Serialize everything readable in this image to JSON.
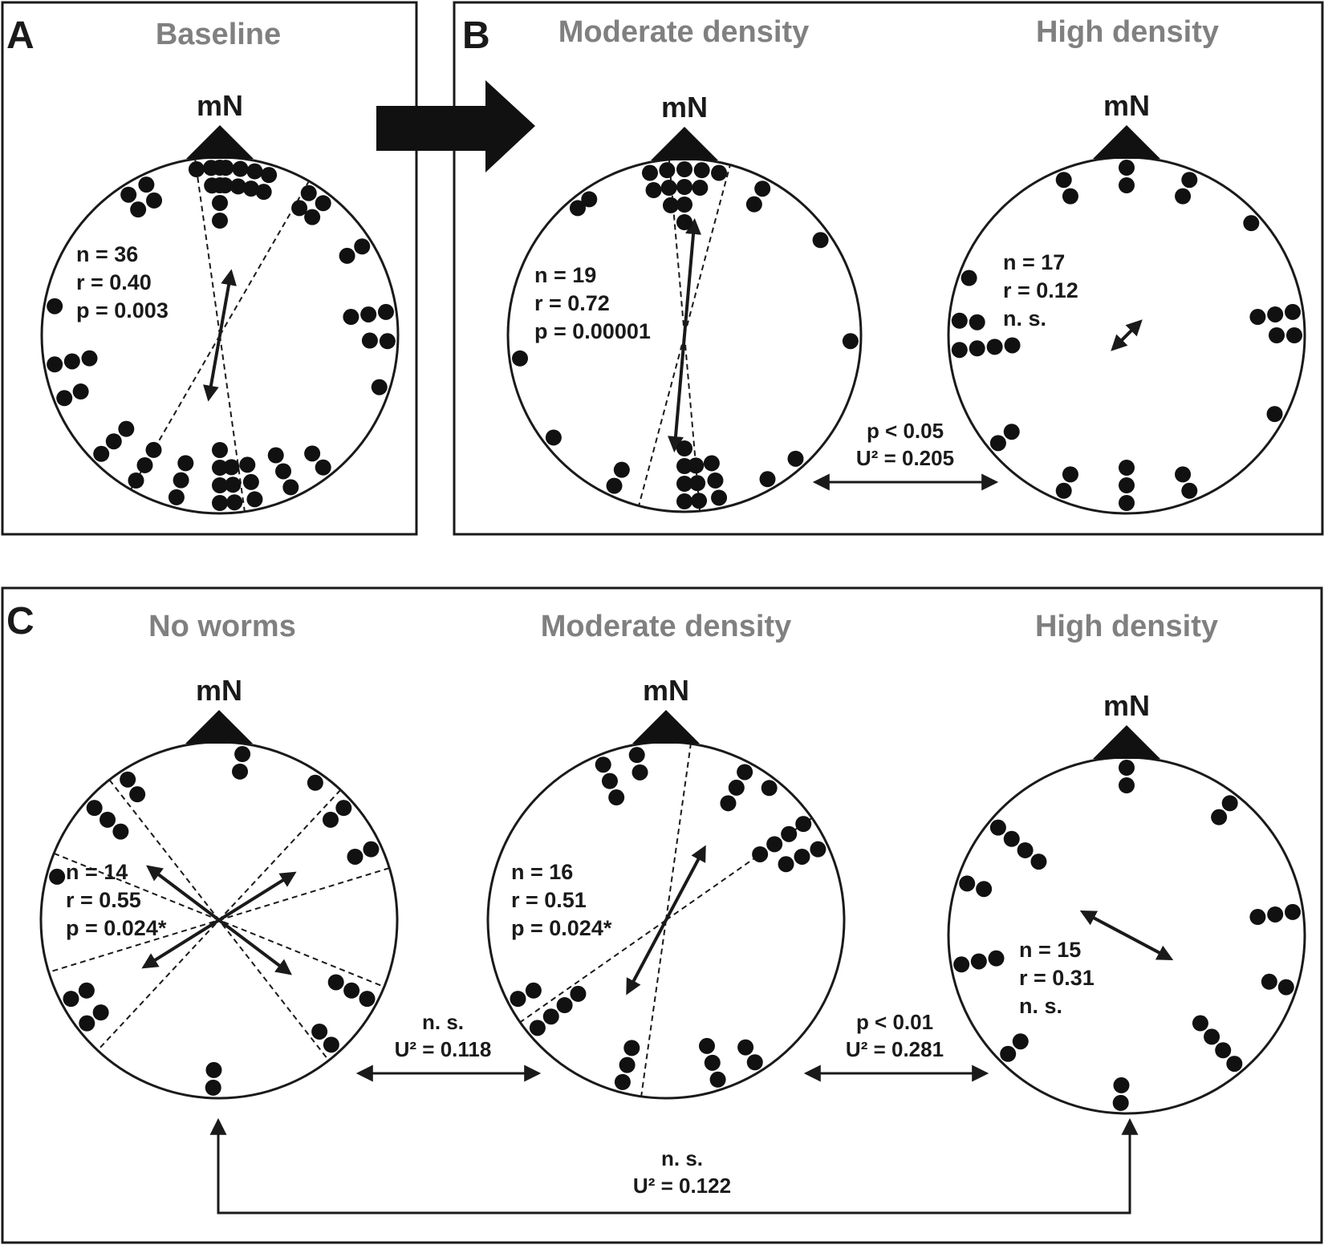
{
  "panels": {
    "a": "A",
    "b": "B",
    "c": "C"
  },
  "north_label": "mN",
  "chart_data": [
    {
      "type": "scatter",
      "panel": "A",
      "title": "Baseline",
      "stats": {
        "n": "n = 36",
        "r": "r = 0.40",
        "p": "p = 0.003"
      },
      "orientation": "axial",
      "mean_axis_deg": 10,
      "r": 0.4,
      "ci_deg": [
        [
          -8,
          30
        ],
        [
          172,
          210
        ]
      ],
      "rim_points": [
        {
          "angle": -8,
          "count": 1
        },
        {
          "angle": -3,
          "count": 2
        },
        {
          "angle": 2,
          "count": 2
        },
        {
          "angle": 7,
          "count": 2
        },
        {
          "angle": 12,
          "count": 2
        },
        {
          "angle": 17,
          "count": 2
        },
        {
          "angle": 0,
          "count": 4
        },
        {
          "angle": -33,
          "count": 2
        },
        {
          "angle": -26,
          "count": 2
        },
        {
          "angle": 32,
          "count": 2
        },
        {
          "angle": 38,
          "count": 2
        },
        {
          "angle": 58,
          "count": 2
        },
        {
          "angle": 82,
          "count": 3
        },
        {
          "angle": 92,
          "count": 2
        },
        {
          "angle": 108,
          "count": 1
        },
        {
          "angle": -80,
          "count": 1
        },
        {
          "angle": -100,
          "count": 3
        },
        {
          "angle": -112,
          "count": 2
        },
        {
          "angle": -135,
          "count": 3
        },
        {
          "angle": -150,
          "count": 3
        },
        {
          "angle": -165,
          "count": 3
        },
        {
          "angle": 180,
          "count": 4
        },
        {
          "angle": 175,
          "count": 3
        },
        {
          "angle": 168,
          "count": 3
        },
        {
          "angle": 155,
          "count": 3
        },
        {
          "angle": 142,
          "count": 2
        }
      ]
    },
    {
      "type": "scatter",
      "panel": "B",
      "title": "Moderate density",
      "stats": {
        "n": "n = 19",
        "r": "r = 0.72",
        "p": "p = 0.00001"
      },
      "orientation": "axial",
      "mean_axis_deg": 5,
      "r": 0.72,
      "ci_deg": [
        [
          -5,
          15
        ],
        [
          175,
          195
        ]
      ],
      "rim_points": [
        {
          "angle": -6,
          "count": 3
        },
        {
          "angle": 0,
          "count": 4
        },
        {
          "angle": 6,
          "count": 2
        },
        {
          "angle": -12,
          "count": 2
        },
        {
          "angle": 12,
          "count": 1
        },
        {
          "angle": 28,
          "count": 2
        },
        {
          "angle": 55,
          "count": 1
        },
        {
          "angle": 92,
          "count": 1
        },
        {
          "angle": -40,
          "count": 1
        },
        {
          "angle": -35,
          "count": 1
        },
        {
          "angle": -98,
          "count": 1
        },
        {
          "angle": -128,
          "count": 1
        },
        {
          "angle": -155,
          "count": 2
        },
        {
          "angle": 175,
          "count": 3
        },
        {
          "angle": 180,
          "count": 4
        },
        {
          "angle": 168,
          "count": 3
        },
        {
          "angle": 150,
          "count": 1
        },
        {
          "angle": 138,
          "count": 1
        }
      ]
    },
    {
      "type": "scatter",
      "panel": "B",
      "title": "High density",
      "stats": {
        "n": "n = 17",
        "r": "r = 0.12",
        "p": "n. s."
      },
      "orientation": "axial",
      "mean_axis_deg": 45,
      "r": 0.12,
      "rim_points": [
        {
          "angle": -22,
          "count": 2
        },
        {
          "angle": 0,
          "count": 2
        },
        {
          "angle": 22,
          "count": 2
        },
        {
          "angle": 48,
          "count": 1
        },
        {
          "angle": 82,
          "count": 3
        },
        {
          "angle": 90,
          "count": 2
        },
        {
          "angle": 118,
          "count": 1
        },
        {
          "angle": 158,
          "count": 2
        },
        {
          "angle": 180,
          "count": 3
        },
        {
          "angle": -158,
          "count": 2
        },
        {
          "angle": -130,
          "count": 2
        },
        {
          "angle": -95,
          "count": 4
        },
        {
          "angle": -85,
          "count": 2
        },
        {
          "angle": -70,
          "count": 1
        }
      ]
    },
    {
      "type": "scatter",
      "panel": "C",
      "title": "No worms",
      "stats": {
        "n": "n = 14",
        "r": "r = 0.55",
        "p": "p = 0.024*"
      },
      "orientation": "quadrimodal",
      "mean_axes_deg": [
        58,
        -53
      ],
      "r": 0.55,
      "rim_points": [
        {
          "angle": 8,
          "count": 2
        },
        {
          "angle": 35,
          "count": 1
        },
        {
          "angle": 48,
          "count": 2
        },
        {
          "angle": 65,
          "count": 2
        },
        {
          "angle": 118,
          "count": 3
        },
        {
          "angle": 138,
          "count": 2
        },
        {
          "angle": 182,
          "count": 2
        },
        {
          "angle": -128,
          "count": 2
        },
        {
          "angle": -118,
          "count": 2
        },
        {
          "angle": -75,
          "count": 1
        },
        {
          "angle": -48,
          "count": 3
        },
        {
          "angle": -33,
          "count": 2
        }
      ]
    },
    {
      "type": "scatter",
      "panel": "C",
      "title": "Moderate density",
      "stats": {
        "n": "n = 16",
        "r": "r = 0.51",
        "p": "p = 0.024*"
      },
      "orientation": "axial",
      "mean_axis_deg": 28,
      "r": 0.51,
      "ci_deg": [
        [
          8,
          55
        ],
        [
          188,
          235
        ]
      ],
      "rim_points": [
        {
          "angle": -22,
          "count": 3
        },
        {
          "angle": -10,
          "count": 2
        },
        {
          "angle": 28,
          "count": 3
        },
        {
          "angle": 38,
          "count": 1
        },
        {
          "angle": 55,
          "count": 4
        },
        {
          "angle": 65,
          "count": 3
        },
        {
          "angle": 162,
          "count": 3
        },
        {
          "angle": 148,
          "count": 2
        },
        {
          "angle": -165,
          "count": 3
        },
        {
          "angle": -130,
          "count": 4
        },
        {
          "angle": -118,
          "count": 2
        }
      ]
    },
    {
      "type": "scatter",
      "panel": "C",
      "title": "High density",
      "stats": {
        "n": "n = 15",
        "r": "r = 0.31",
        "p": "n. s."
      },
      "orientation": "axial",
      "mean_axis_deg": 118,
      "r": 0.31,
      "rim_points": [
        {
          "angle": 0,
          "count": 2
        },
        {
          "angle": 38,
          "count": 2
        },
        {
          "angle": 82,
          "count": 3
        },
        {
          "angle": 108,
          "count": 2
        },
        {
          "angle": 140,
          "count": 4
        },
        {
          "angle": 182,
          "count": 2
        },
        {
          "angle": -135,
          "count": 2
        },
        {
          "angle": -100,
          "count": 3
        },
        {
          "angle": -72,
          "count": 2
        },
        {
          "angle": -50,
          "count": 4
        }
      ]
    }
  ],
  "comparisons": [
    {
      "from": "B Moderate density",
      "to": "B High density",
      "sig": "p < 0.05",
      "u2": "U² = 0.205"
    },
    {
      "from": "C No worms",
      "to": "C Moderate density",
      "sig": "n. s.",
      "u2": "U² = 0.118"
    },
    {
      "from": "C Moderate density",
      "to": "C High density",
      "sig": "p < 0.01",
      "u2": "U² = 0.281"
    },
    {
      "from": "C No worms",
      "to": "C High density",
      "sig": "n. s.",
      "u2": "U² = 0.122"
    }
  ]
}
